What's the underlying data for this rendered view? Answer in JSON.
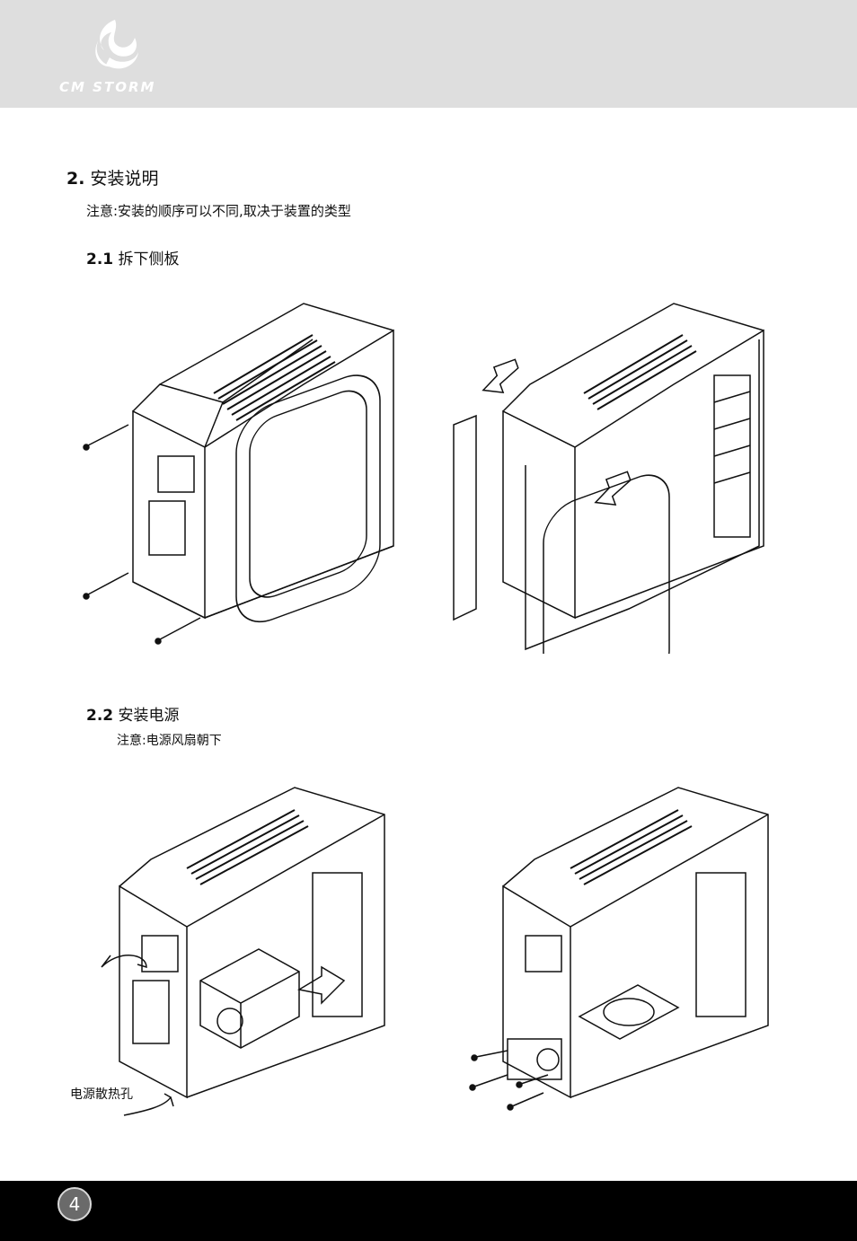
{
  "header": {
    "brand": "CM STORM"
  },
  "section": {
    "number": "2.",
    "title": "安装说明",
    "note": "注意:安装的顺序可以不同,取决于装置的类型"
  },
  "step1": {
    "number": "2.1",
    "title": "拆下侧板"
  },
  "step2": {
    "number": "2.2",
    "title": "安装电源",
    "note": "注意:电源风扇朝下",
    "vent_label": "电源散热孔"
  },
  "footer": {
    "page_number": "4"
  }
}
